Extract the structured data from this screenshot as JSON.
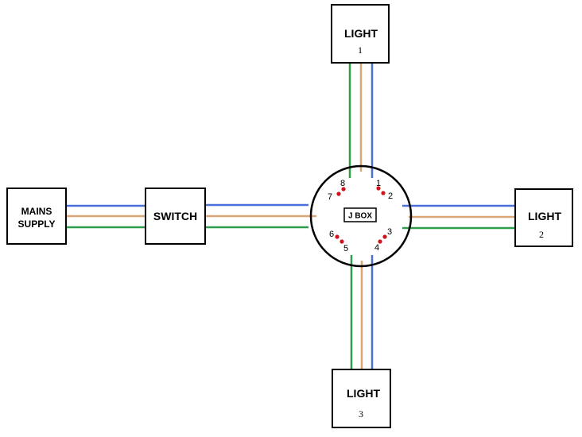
{
  "colors": {
    "live": "#4a6fd8",
    "neutral": "#dba676",
    "earth": "#2e9e4a",
    "terminal": "#d0141c",
    "outline": "#000000"
  },
  "components": {
    "mains": {
      "line1": "MAINS",
      "line2": "SUPPLY"
    },
    "switch": {
      "label": "SWITCH"
    },
    "light1": {
      "label": "LIGHT",
      "number": "1"
    },
    "light2": {
      "label": "LIGHT",
      "number": "2"
    },
    "light3": {
      "label": "LIGHT",
      "number": "3"
    },
    "jbox": {
      "label": "J BOX"
    }
  },
  "terminals": [
    "1",
    "2",
    "3",
    "4",
    "5",
    "6",
    "7",
    "8"
  ]
}
